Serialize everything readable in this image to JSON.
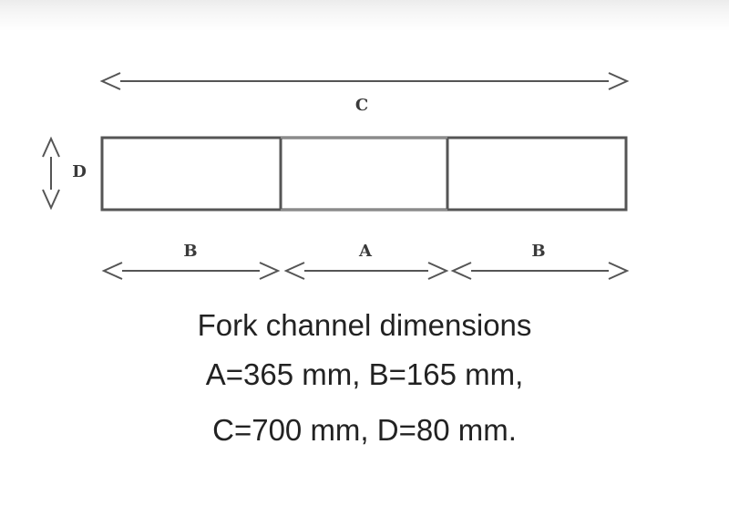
{
  "diagram": {
    "labels": {
      "c": "C",
      "d": "D",
      "b_left": "B",
      "a": "A",
      "b_right": "B"
    }
  },
  "caption": {
    "line1": "Fork channel dimensions",
    "line2": "A=365 mm, B=165 mm,",
    "line3": "C=700 mm, D=80 mm."
  }
}
